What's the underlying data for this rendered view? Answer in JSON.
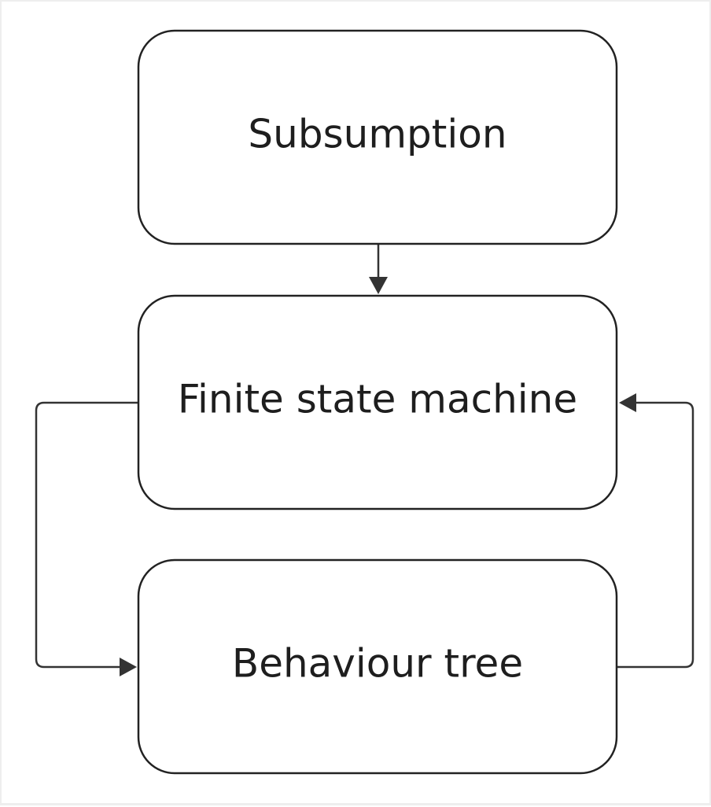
{
  "diagram": {
    "nodes": [
      {
        "id": "subsumption",
        "label": "Subsumption"
      },
      {
        "id": "fsm",
        "label": "Finite state machine"
      },
      {
        "id": "bt",
        "label": "Behaviour tree"
      }
    ],
    "edges": [
      {
        "from": "subsumption",
        "to": "fsm"
      },
      {
        "from": "fsm",
        "to": "bt"
      },
      {
        "from": "bt",
        "to": "fsm"
      }
    ],
    "colors": {
      "stroke": "#222222",
      "text": "#1e1e1e",
      "background": "#ffffff"
    }
  }
}
